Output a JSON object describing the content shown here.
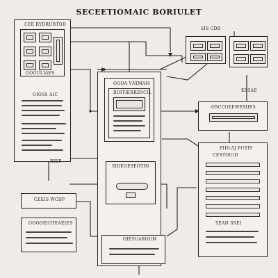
{
  "header": {
    "title": "SECEETIOMAIC BORIULET"
  },
  "left_panel": {
    "label": "CEE RYDRUBTOD",
    "caption": "GOOULIAES",
    "sub_label": "OIOSS AIC"
  },
  "left_lower": {
    "label": "CEEIS WCDP",
    "caption": "OOOOEIOTEAEIES"
  },
  "center_top": {
    "label": "OOOA VNIMAM",
    "header": "BOITIERRESCIL"
  },
  "center_mid": {
    "label": "SIDEOESEOTIN"
  },
  "center_bottom": {
    "label": "OIESUAROUM"
  },
  "right_top": {
    "label": "SIS CDD"
  },
  "right_labels": {
    "side": "KSSAE",
    "mid": "OSCCOEEWESIIES",
    "mid2": "CESTOUID"
  },
  "right_grid": {
    "label": "FIDLAJ ECEIS",
    "footer": "TEAN SSEI"
  },
  "left_connector": {
    "label": "RIEP"
  },
  "colors": {
    "ink": "#222222",
    "paper": "#efebe6",
    "panel": "#f4f1ec"
  }
}
